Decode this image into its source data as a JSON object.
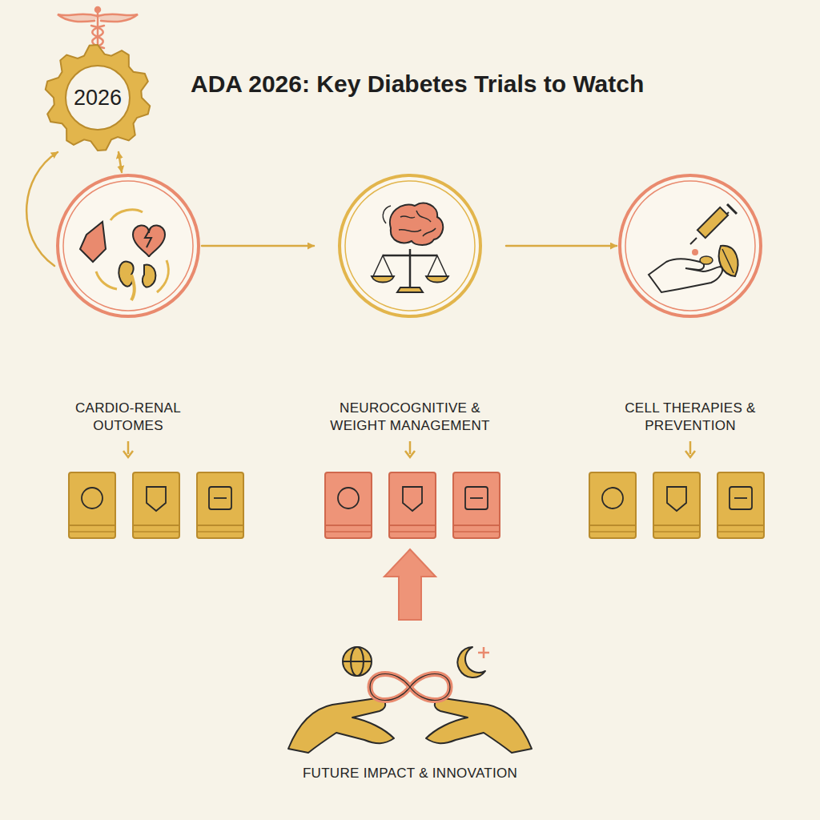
{
  "diagram": {
    "title": "ADA 2026: Key Diabetes Trials to Watch",
    "nodes": [
      {
        "text": [
          "2026"
        ]
      },
      {
        "text": [
          "CARDIO-RENAL OUTOMES"
        ]
      },
      {
        "text": [
          "NEUROCOGNITIVE & WEIGHT MANAGEMENT"
        ]
      },
      {
        "text": [
          "CELL THERAPIES & PREVENTION"
        ]
      }
    ],
    "edges": [
      {
        "from": 1,
        "to": 0,
        "arrow": "to"
      },
      {
        "from": 0,
        "to": 1,
        "arrow": "both"
      },
      {
        "from": 1,
        "to": 2,
        "arrow": "to"
      },
      {
        "from": 2,
        "to": 3,
        "arrow": "to"
      }
    ],
    "labels": [
      "FUTURE IMPACT & INNOVATION"
    ]
  }
}
